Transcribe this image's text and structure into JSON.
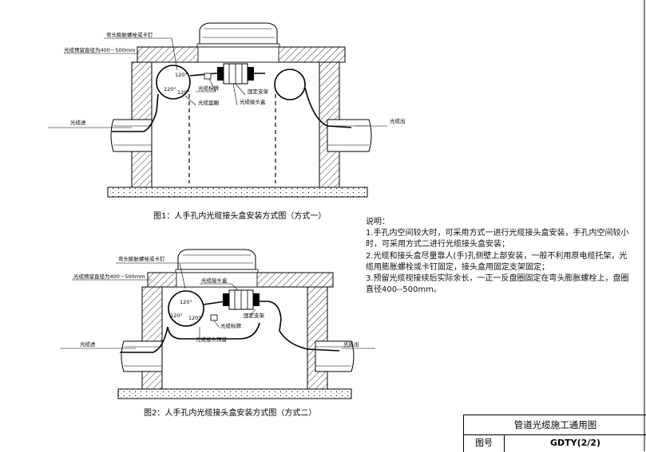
{
  "figure1": {
    "caption": "图1：人手孔内光缆接头盒安装方式图（方式一）",
    "labels": {
      "bolt": "弯头膨胀螺栓或卡钉",
      "coil_diameter": "光缆预留直径为400－500mm",
      "angle_a": "120°",
      "angle_b": "120°",
      "angle_c": "120°",
      "label_tag": "光缆标牌",
      "coil": "光缆盘圈",
      "bracket": "固定支架",
      "splice_box": "光缆接头盒",
      "cable_in": "光缆进",
      "cable_out": "光缆出"
    }
  },
  "figure2": {
    "caption": "图2：人手孔内光缆接头盒安装方式图（方式二）",
    "labels": {
      "bolt": "弯头膨胀螺栓或卡钉",
      "coil_diameter": "光缆预留直径为400－500mm",
      "angle_a": "120°",
      "angle_b": "120°",
      "angle_c": "120°",
      "splice_box": "光缆接头盒",
      "bracket": "固定支架",
      "label_tag": "光缆标牌",
      "reserve": "光缆接头预留",
      "cable_in": "光缆进",
      "cable_out": "光缆出"
    }
  },
  "notes": {
    "heading": "说明：",
    "items": [
      "1.手孔内空间较大时，可采用方式一进行光缆接头盒安装，手孔内空间较小时，可采用方式二进行光缆接头盒安装；",
      "2.光缆和接头盒尽量靠人(手)孔侧壁上部安装，一般不利用原电缆托架，光缆用膨胀螺栓或卡钉固定，接头盒用固定支架固定；",
      "3.预留光缆视接续后实际余长，一正一反盘圈固定在弯头膨胀螺栓上，盘圈直径400--500mm。"
    ]
  },
  "title_block": {
    "title": "管道光缆施工通用图",
    "drawing_no_label": "图号",
    "drawing_no": "GDTY(2/2)"
  }
}
